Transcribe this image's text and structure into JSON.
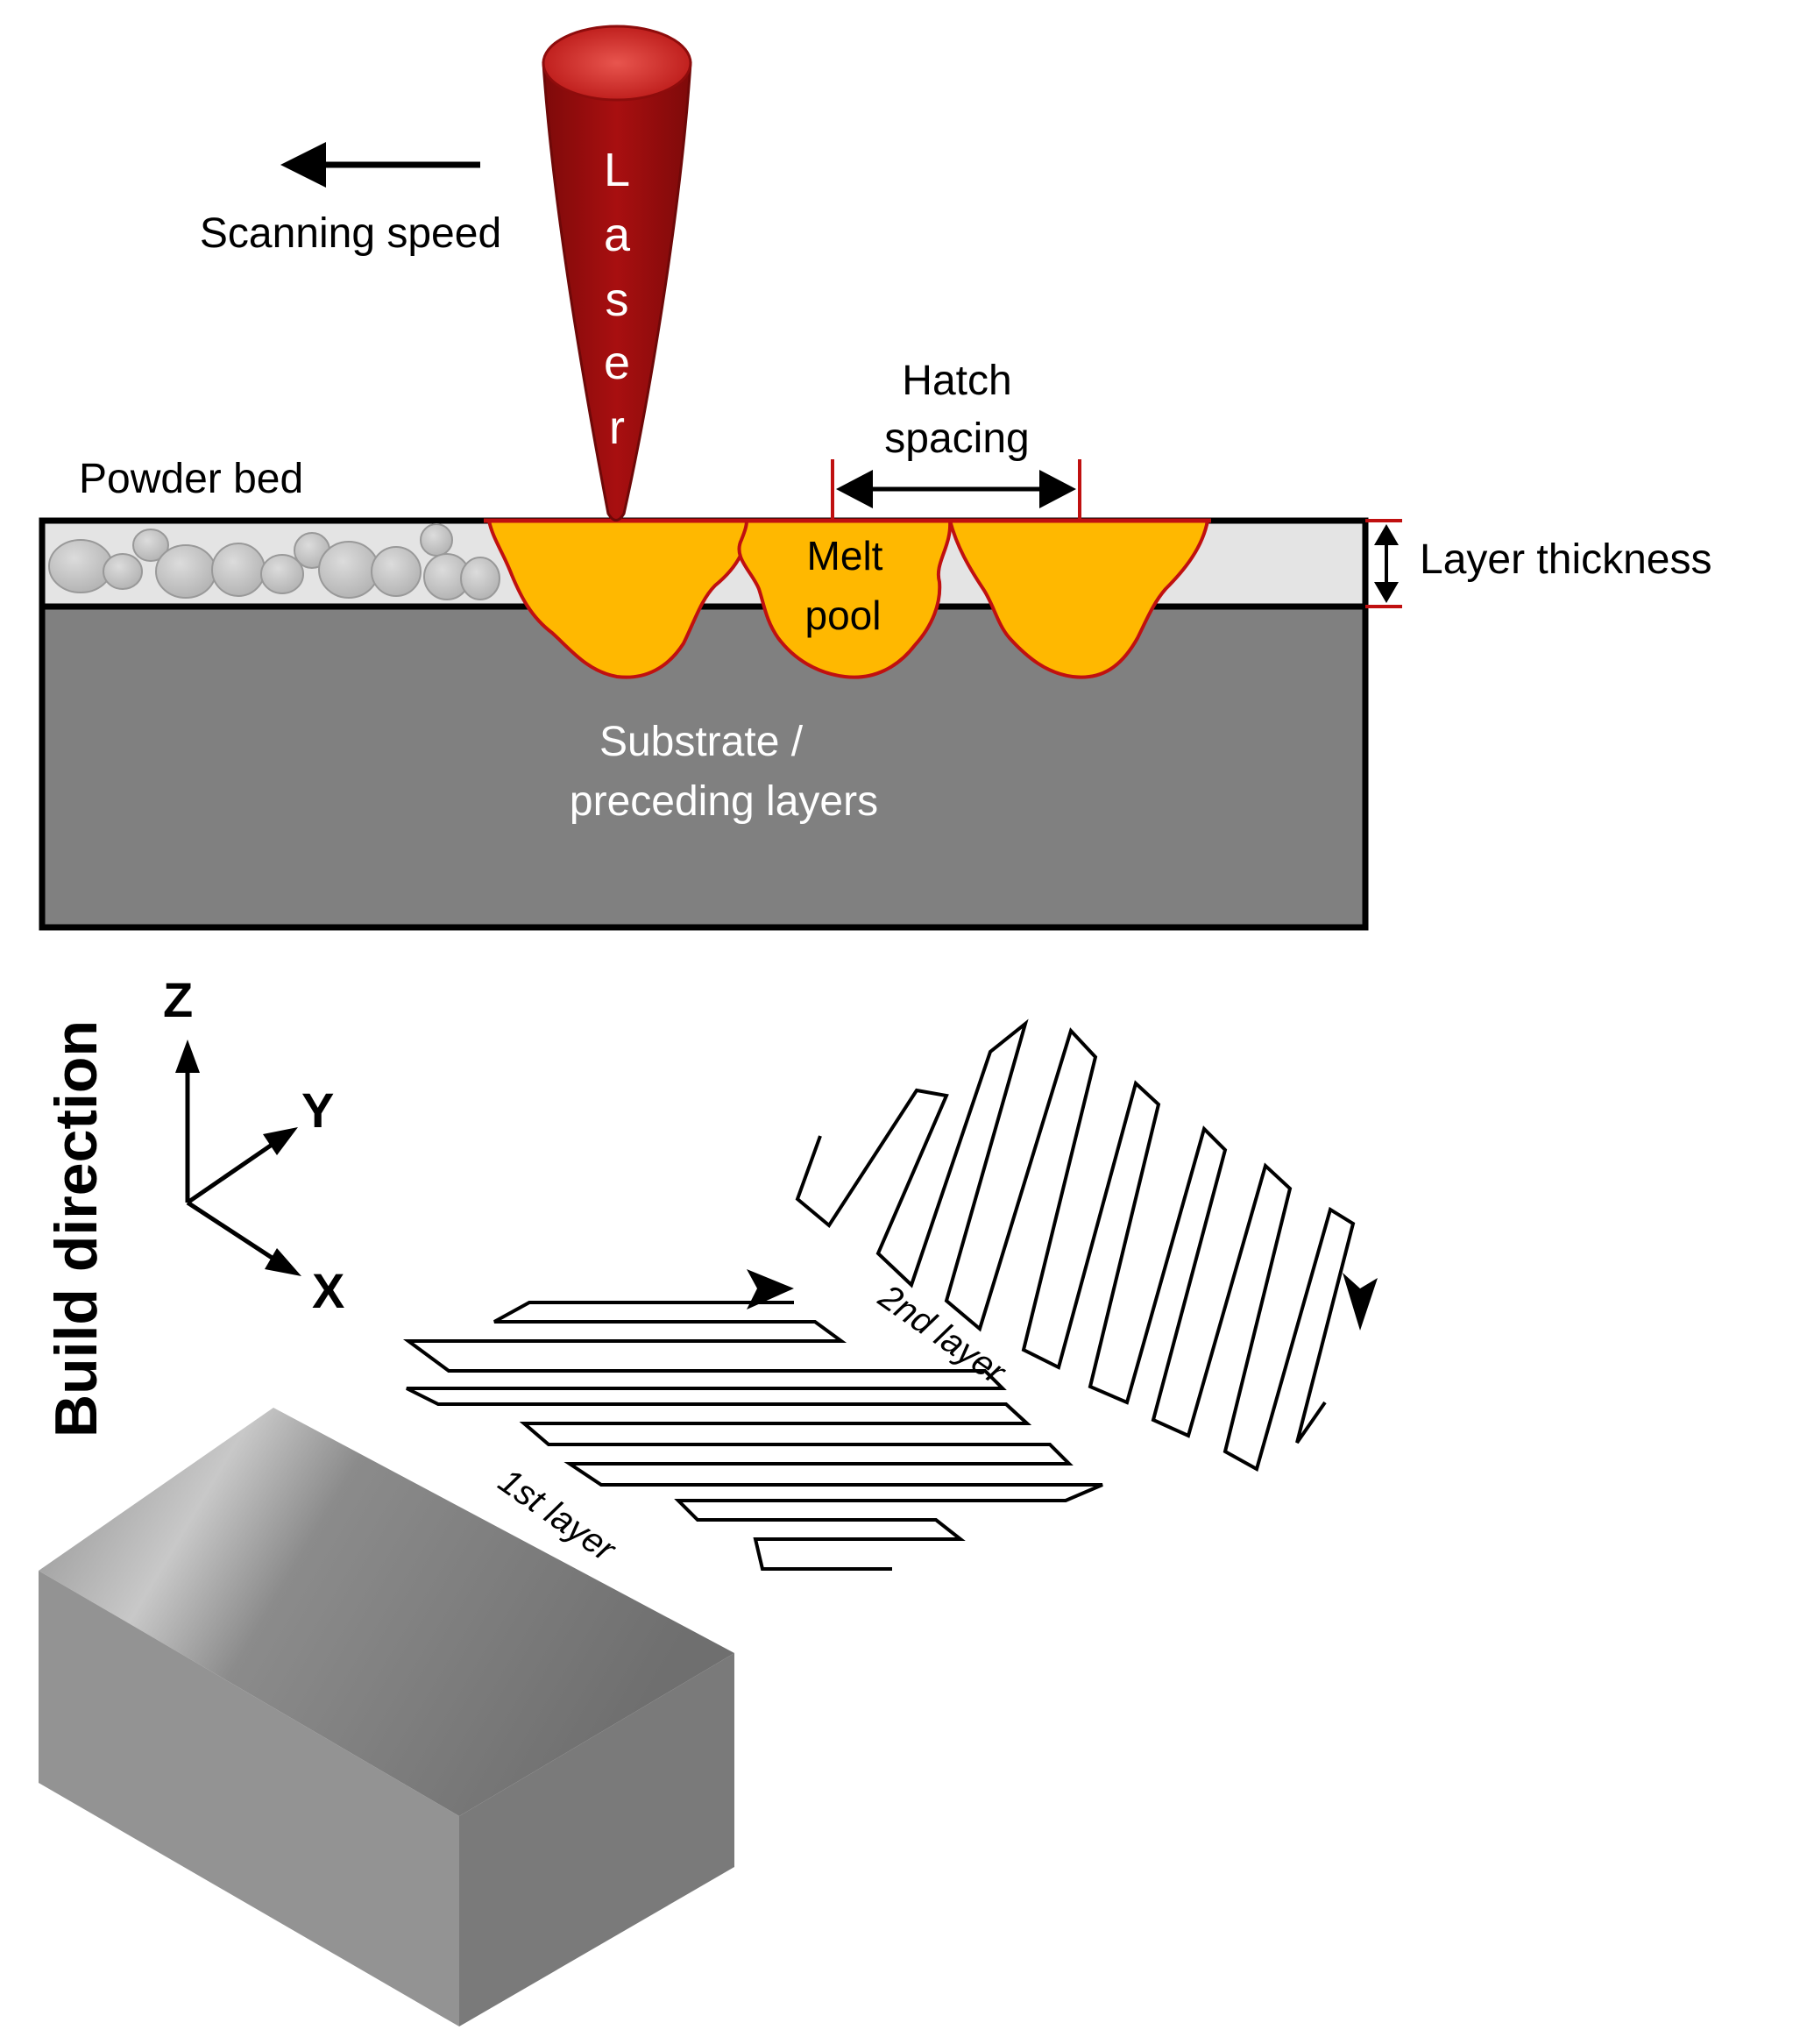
{
  "labels": {
    "scanning_speed": "Scanning speed",
    "laser_letters": [
      "L",
      "a",
      "s",
      "e",
      "r"
    ],
    "powder_bed": "Powder bed",
    "hatch_line1": "Hatch",
    "hatch_line2": "spacing",
    "layer_thickness": "Layer thickness",
    "melt_line1": "Melt",
    "melt_line2": "pool",
    "substrate_line1": "Substrate /",
    "substrate_line2": "preceding layers",
    "build_direction": "Build direction",
    "axis_z": "Z",
    "axis_y": "Y",
    "axis_x": "X",
    "first_layer": "1st layer",
    "second_layer": "2nd layer"
  },
  "colors": {
    "laser": "#a10e0e",
    "laser_top": "#c8302c",
    "melt_pool": "#ffb800",
    "melt_outline": "#c01010",
    "substrate": "#808080",
    "powder_layer": "#e4e4e4",
    "powder_particle": "#c6c6c6",
    "block_top": "#8c8c8c",
    "block_front": "#939393",
    "block_side": "#7a7a7a"
  }
}
